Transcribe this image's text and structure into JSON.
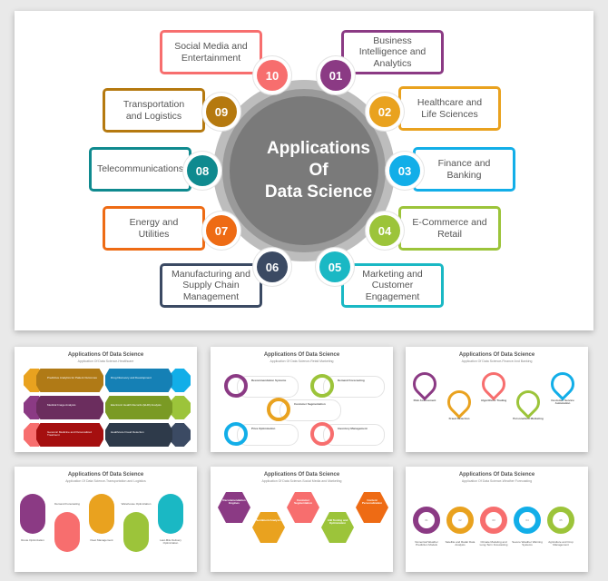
{
  "main": {
    "title_lines": [
      "Applications",
      "Of",
      "Data Science"
    ],
    "items": [
      {
        "num": "01",
        "label": "Business Intelligence and Analytics",
        "color": "#8b3a84"
      },
      {
        "num": "02",
        "label": "Healthcare and Life Sciences",
        "color": "#e9a21f"
      },
      {
        "num": "03",
        "label": "Finance and Banking",
        "color": "#12aee8"
      },
      {
        "num": "04",
        "label": "E-Commerce and Retail",
        "color": "#9cc43a"
      },
      {
        "num": "05",
        "label": "Marketing and Customer Engagement",
        "color": "#1ab8c4"
      },
      {
        "num": "06",
        "label": "Manufacturing and Supply Chain Management",
        "color": "#3b4a63"
      },
      {
        "num": "07",
        "label": "Energy and Utilities",
        "color": "#ee6b14"
      },
      {
        "num": "08",
        "label": "Telecommunications",
        "color": "#0f8a8f"
      },
      {
        "num": "09",
        "label": "Transportation and Logistics",
        "color": "#b5790f"
      },
      {
        "num": "10",
        "label": "Social Media and Entertainment",
        "color": "#f76e6e"
      }
    ]
  },
  "thumbnails": [
    {
      "title": "Applications Of Data Science",
      "subtitle": "Application Of Data Science-Healthcare",
      "layout": "grid6",
      "items": [
        {
          "label": "Predictive Analytics for Patient Outcomes",
          "color": "#b07a16",
          "accent": "#e9a21f"
        },
        {
          "label": "Drug Discovery and Development",
          "color": "#1580b5",
          "accent": "#12aee8"
        },
        {
          "label": "Medical Image Analysis",
          "color": "#6b2d5e",
          "accent": "#8b3a84"
        },
        {
          "label": "Electronic Health Records (EHR) Analysis",
          "color": "#7a9a24",
          "accent": "#9cc43a"
        },
        {
          "label": "Genomic Medicine and Personalized Treatment",
          "color": "#a50f0f",
          "accent": "#f76e6e"
        },
        {
          "label": "Healthcare Fraud Detection",
          "color": "#2e3a4a",
          "accent": "#3b4a63"
        }
      ]
    },
    {
      "title": "Applications Of Data Science",
      "subtitle": "Application Of Data Science-Retail Marketing",
      "layout": "pills",
      "items": [
        {
          "num": "01",
          "label": "Recommendation Systems",
          "color": "#8b3a84"
        },
        {
          "num": "02",
          "label": "Demand Forecasting",
          "color": "#9cc43a"
        },
        {
          "num": "03",
          "label": "Customer Segmentation",
          "color": "#e9a21f"
        },
        {
          "num": "04",
          "label": "Price Optimization",
          "color": "#12aee8"
        },
        {
          "num": "05",
          "label": "Inventory Management",
          "color": "#f76e6e"
        }
      ]
    },
    {
      "title": "Applications Of Data Science",
      "subtitle": "Application Of Data Science-Finance And Banking",
      "layout": "pins",
      "items": [
        {
          "label": "Risk Assessment",
          "color": "#8b3a84"
        },
        {
          "label": "Fraud Detection",
          "color": "#e9a21f"
        },
        {
          "label": "Algorithmic Trading",
          "color": "#f76e6e"
        },
        {
          "label": "Personalized Marketing",
          "color": "#9cc43a"
        },
        {
          "label": "Customer Service Automation",
          "color": "#12aee8"
        }
      ]
    },
    {
      "title": "Applications Of Data Science",
      "subtitle": "Application Of Data Science-Transportation and Logistics",
      "layout": "arches",
      "items": [
        {
          "label": "Route Optimization",
          "color": "#8b3a84"
        },
        {
          "label": "Demand Forecasting",
          "color": "#f76e6e"
        },
        {
          "label": "Fleet Management",
          "color": "#e9a21f"
        },
        {
          "label": "Warehouse Optimization",
          "color": "#9cc43a"
        },
        {
          "label": "Last-Mile Delivery Optimization",
          "color": "#1ab8c4"
        }
      ]
    },
    {
      "title": "Applications Of Data Science",
      "subtitle": "Application Of Data Science-Social Media and Marketing",
      "layout": "hex",
      "items": [
        {
          "label": "Recommendation Engines",
          "color": "#8b3a84"
        },
        {
          "label": "Sentiment Analysis",
          "color": "#e9a21f"
        },
        {
          "label": "Customer Segmentation",
          "color": "#f76e6e"
        },
        {
          "label": "A/B Testing and Optimization",
          "color": "#9cc43a"
        },
        {
          "label": "Content Personalization",
          "color": "#ee6b14"
        }
      ]
    },
    {
      "title": "Applications Of Data Science",
      "subtitle": "Application Of Data Science-Weather Forecasting",
      "layout": "rings",
      "items": [
        {
          "num": "01",
          "label": "Numerical Weather Prediction Models",
          "color": "#8b3a84"
        },
        {
          "num": "02",
          "label": "Satellite and Radar Data Analysis",
          "color": "#e9a21f"
        },
        {
          "num": "03",
          "label": "Climate Modeling and Long-Term Forecasting",
          "color": "#f76e6e"
        },
        {
          "num": "04",
          "label": "Severe Weather Warning Systems",
          "color": "#12aee8"
        },
        {
          "num": "05",
          "label": "Agriculture and Crop Management",
          "color": "#9cc43a"
        }
      ]
    }
  ]
}
